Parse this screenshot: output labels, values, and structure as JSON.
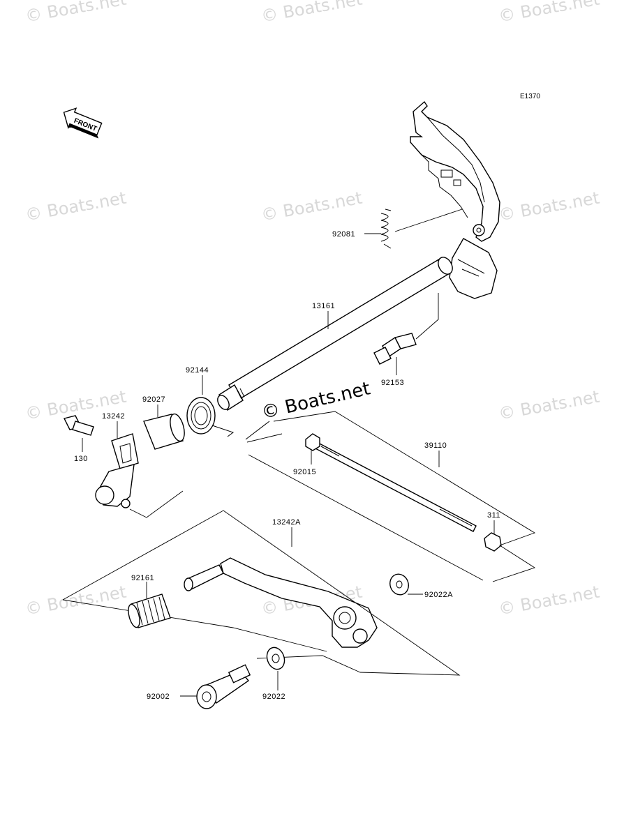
{
  "diagram_ref": "E1370",
  "front_arrow": {
    "label": "FRONT"
  },
  "watermark": {
    "text": "© Boats.net",
    "prominent_text": "© Boats.net"
  },
  "parts": {
    "p92081": "92081",
    "p13161": "13161",
    "p92153": "92153",
    "p92144": "92144",
    "p92027": "92027",
    "p13242": "13242",
    "p130": "130",
    "p92015": "92015",
    "p39110": "39110",
    "p311": "311",
    "p13242A": "13242A",
    "p92161": "92161",
    "p92022A": "92022A",
    "p92002": "92002",
    "p92022": "92022"
  }
}
